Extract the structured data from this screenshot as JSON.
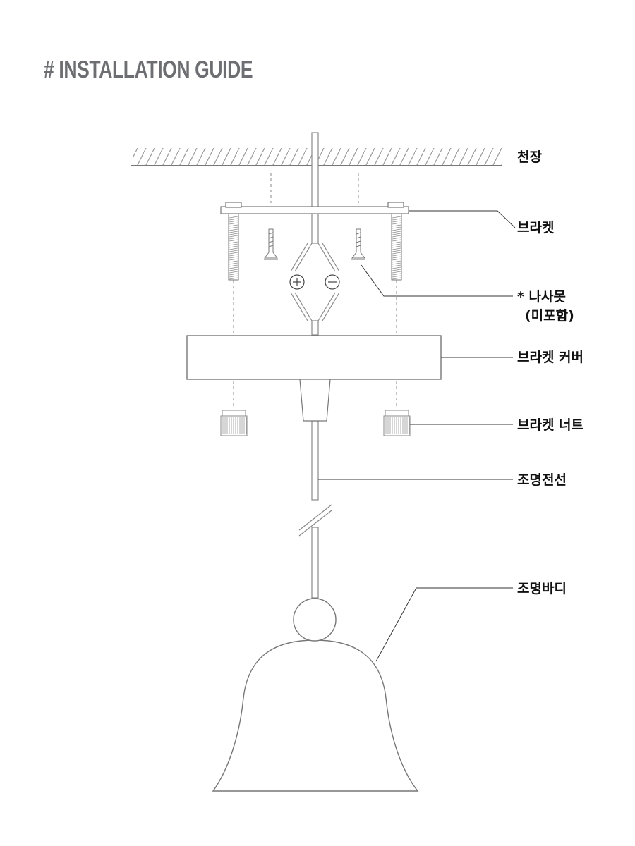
{
  "title": "# INSTALLATION GUIDE",
  "labels": {
    "ceiling": "천장",
    "bracket": "브라켓",
    "screw": "* 나사못",
    "screw_note": "(미포함)",
    "bracket_cover": "브라켓 커버",
    "bracket_nut": "브라켓 너트",
    "wire": "조명전선",
    "body": "조명바디"
  }
}
